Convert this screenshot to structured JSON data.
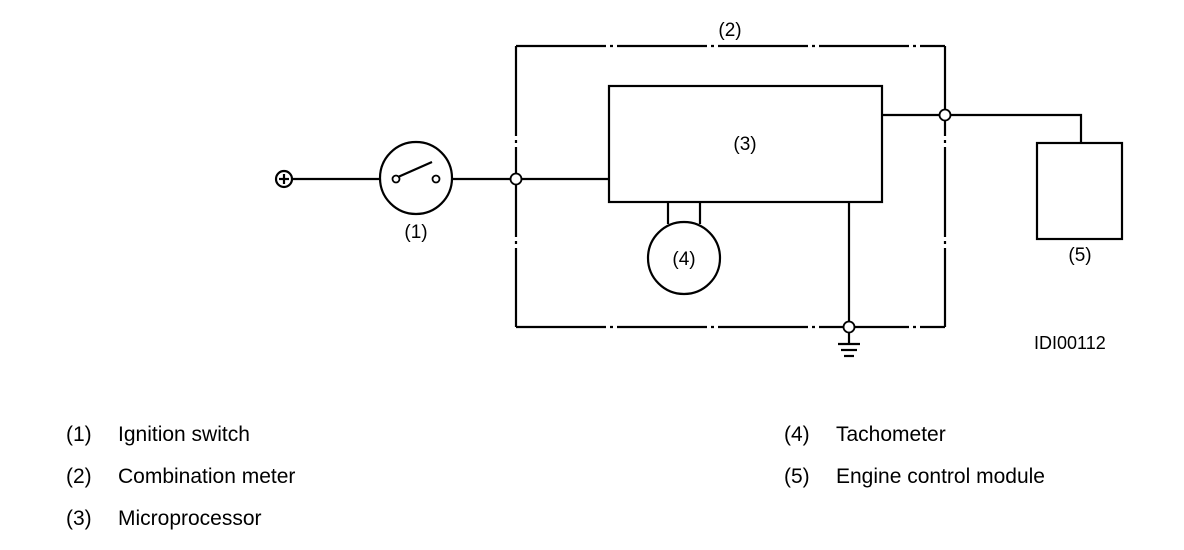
{
  "diagram": {
    "ref_labels": {
      "switch": "(1)",
      "meter": "(2)",
      "microprocessor": "(3)",
      "tachometer": "(4)",
      "ecm": "(5)"
    },
    "figure_id": "IDI00112"
  },
  "legend": {
    "items": [
      {
        "num": "(1)",
        "label": "Ignition switch"
      },
      {
        "num": "(2)",
        "label": "Combination meter"
      },
      {
        "num": "(3)",
        "label": "Microprocessor"
      },
      {
        "num": "(4)",
        "label": "Tachometer"
      },
      {
        "num": "(5)",
        "label": "Engine control module"
      }
    ]
  }
}
